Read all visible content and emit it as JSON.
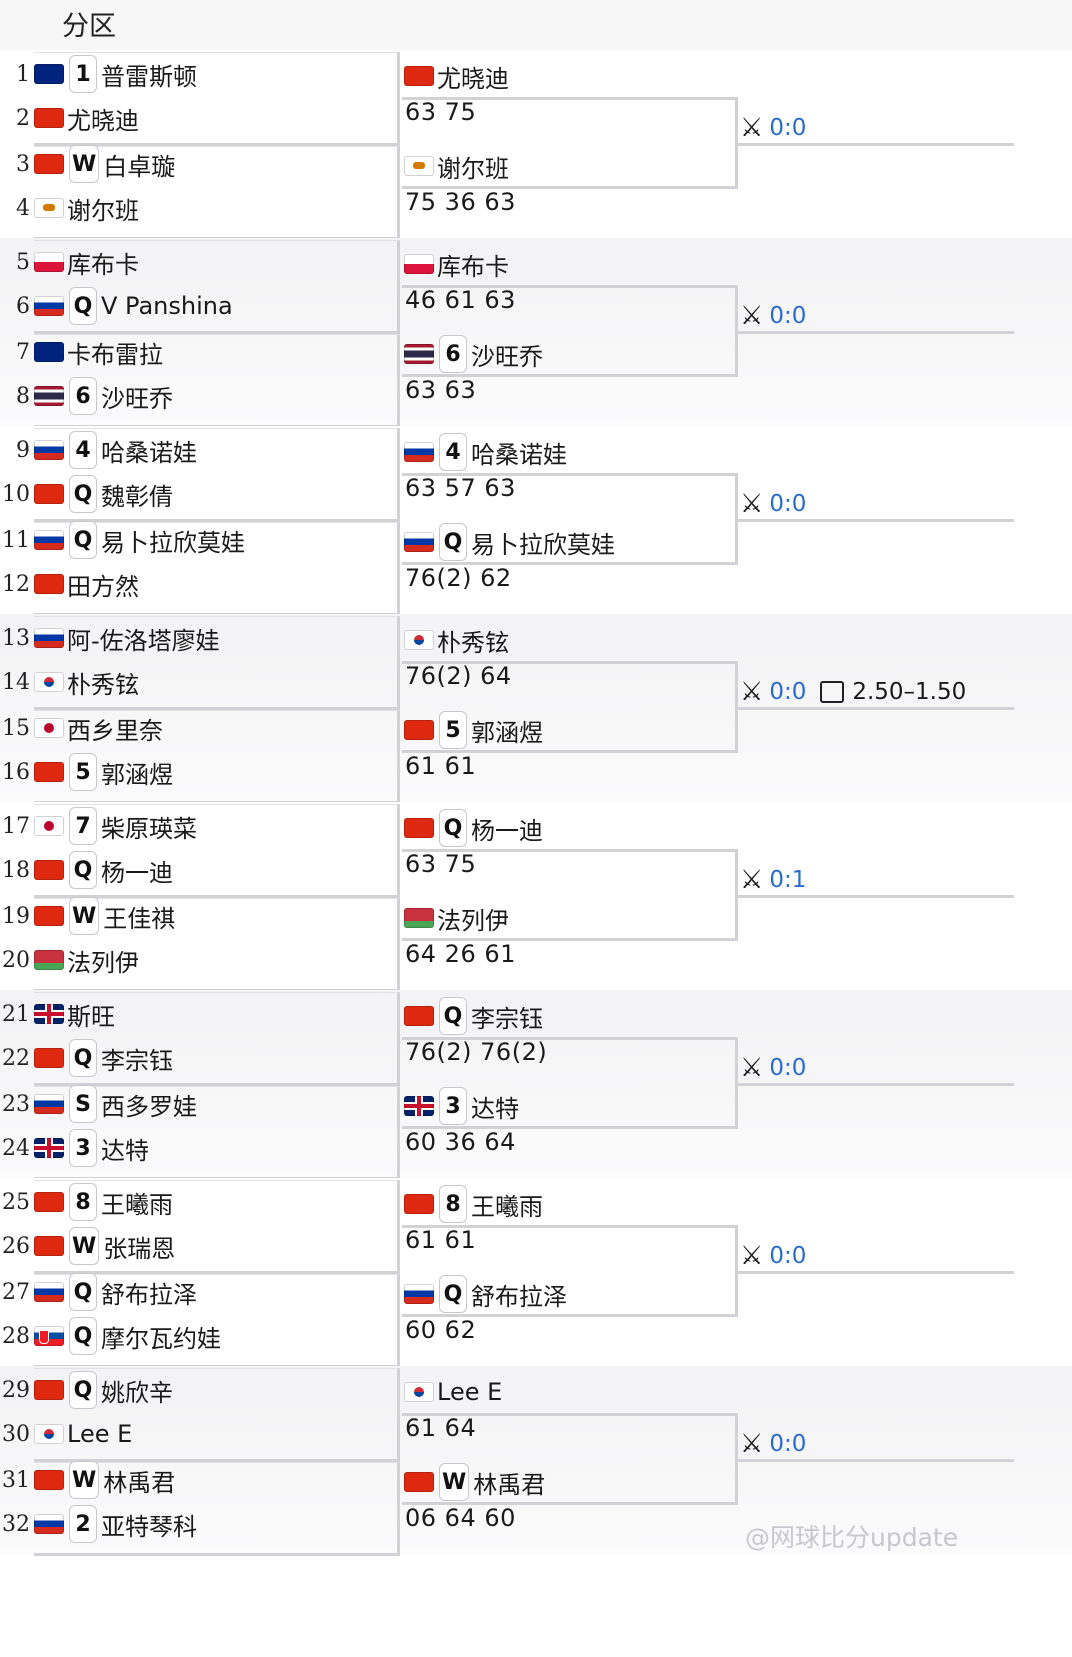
{
  "page": {
    "title": "分区"
  },
  "sections": [
    {
      "players": [
        {
          "num": "1",
          "flag": "au",
          "seed": "1",
          "name": "普雷斯顿"
        },
        {
          "num": "2",
          "flag": "cn",
          "seed": "",
          "name": "尤晓迪"
        },
        {
          "num": "3",
          "flag": "cn",
          "seed": "W",
          "name": "白卓璇"
        },
        {
          "num": "4",
          "flag": "cy",
          "seed": "",
          "name": "谢尔班"
        }
      ],
      "winners": [
        {
          "flag": "cn",
          "seed": "",
          "name": "尤晓迪",
          "score": "63 75"
        },
        {
          "flag": "cy",
          "seed": "",
          "name": "谢尔班",
          "score": "75 36 63"
        }
      ],
      "h2h": {
        "record": "0:0",
        "odds": ""
      }
    },
    {
      "players": [
        {
          "num": "5",
          "flag": "pl",
          "seed": "",
          "name": "库布卡"
        },
        {
          "num": "6",
          "flag": "ru",
          "seed": "Q",
          "name": "V Panshina"
        },
        {
          "num": "7",
          "flag": "au",
          "seed": "",
          "name": "卡布雷拉"
        },
        {
          "num": "8",
          "flag": "th",
          "seed": "6",
          "name": "沙旺乔"
        }
      ],
      "winners": [
        {
          "flag": "pl",
          "seed": "",
          "name": "库布卡",
          "score": "46 61 63"
        },
        {
          "flag": "th",
          "seed": "6",
          "name": "沙旺乔",
          "score": "63 63"
        }
      ],
      "h2h": {
        "record": "0:0",
        "odds": ""
      }
    },
    {
      "players": [
        {
          "num": "9",
          "flag": "ru",
          "seed": "4",
          "name": "哈桑诺娃"
        },
        {
          "num": "10",
          "flag": "cn",
          "seed": "Q",
          "name": "魏彰倩"
        },
        {
          "num": "11",
          "flag": "ru",
          "seed": "Q",
          "name": "易卜拉欣莫娃"
        },
        {
          "num": "12",
          "flag": "cn",
          "seed": "",
          "name": "田方然"
        }
      ],
      "winners": [
        {
          "flag": "ru",
          "seed": "4",
          "name": "哈桑诺娃",
          "score": "63 57 63"
        },
        {
          "flag": "ru",
          "seed": "Q",
          "name": "易卜拉欣莫娃",
          "score": "76(2) 62"
        }
      ],
      "h2h": {
        "record": "0:0",
        "odds": ""
      }
    },
    {
      "players": [
        {
          "num": "13",
          "flag": "ru",
          "seed": "",
          "name": "阿-佐洛塔廖娃"
        },
        {
          "num": "14",
          "flag": "kr",
          "seed": "",
          "name": "朴秀铉"
        },
        {
          "num": "15",
          "flag": "jp",
          "seed": "",
          "name": "西乡里奈"
        },
        {
          "num": "16",
          "flag": "cn",
          "seed": "5",
          "name": "郭涵煜"
        }
      ],
      "winners": [
        {
          "flag": "kr",
          "seed": "",
          "name": "朴秀铉",
          "score": "76(2) 64"
        },
        {
          "flag": "cn",
          "seed": "5",
          "name": "郭涵煜",
          "score": "61 61"
        }
      ],
      "h2h": {
        "record": "0:0",
        "odds": "2.50–1.50"
      }
    },
    {
      "players": [
        {
          "num": "17",
          "flag": "jp",
          "seed": "7",
          "name": "柴原瑛菜"
        },
        {
          "num": "18",
          "flag": "cn",
          "seed": "Q",
          "name": "杨一迪"
        },
        {
          "num": "19",
          "flag": "cn",
          "seed": "W",
          "name": "王佳祺"
        },
        {
          "num": "20",
          "flag": "by",
          "seed": "",
          "name": "法列伊"
        }
      ],
      "winners": [
        {
          "flag": "cn",
          "seed": "Q",
          "name": "杨一迪",
          "score": "63 75"
        },
        {
          "flag": "by",
          "seed": "",
          "name": "法列伊",
          "score": "64 26 61"
        }
      ],
      "h2h": {
        "record": "0:1",
        "odds": ""
      }
    },
    {
      "players": [
        {
          "num": "21",
          "flag": "gb",
          "seed": "",
          "name": "斯旺"
        },
        {
          "num": "22",
          "flag": "cn",
          "seed": "Q",
          "name": "李宗钰"
        },
        {
          "num": "23",
          "flag": "ru",
          "seed": "S",
          "name": "西多罗娃"
        },
        {
          "num": "24",
          "flag": "gb",
          "seed": "3",
          "name": "达特"
        }
      ],
      "winners": [
        {
          "flag": "cn",
          "seed": "Q",
          "name": "李宗钰",
          "score": "76(2) 76(2)"
        },
        {
          "flag": "gb",
          "seed": "3",
          "name": "达特",
          "score": "60 36 64"
        }
      ],
      "h2h": {
        "record": "0:0",
        "odds": ""
      }
    },
    {
      "players": [
        {
          "num": "25",
          "flag": "cn",
          "seed": "8",
          "name": "王曦雨"
        },
        {
          "num": "26",
          "flag": "cn",
          "seed": "W",
          "name": "张瑞恩"
        },
        {
          "num": "27",
          "flag": "ru",
          "seed": "Q",
          "name": "舒布拉泽"
        },
        {
          "num": "28",
          "flag": "sk",
          "seed": "Q",
          "name": "摩尔瓦约娃"
        }
      ],
      "winners": [
        {
          "flag": "cn",
          "seed": "8",
          "name": "王曦雨",
          "score": "61 61"
        },
        {
          "flag": "ru",
          "seed": "Q",
          "name": "舒布拉泽",
          "score": "60 62"
        }
      ],
      "h2h": {
        "record": "0:0",
        "odds": ""
      }
    },
    {
      "players": [
        {
          "num": "29",
          "flag": "cn",
          "seed": "Q",
          "name": "姚欣辛"
        },
        {
          "num": "30",
          "flag": "kr",
          "seed": "",
          "name": "Lee E"
        },
        {
          "num": "31",
          "flag": "cn",
          "seed": "W",
          "name": "林禹君"
        },
        {
          "num": "32",
          "flag": "ru",
          "seed": "2",
          "name": "亚特琴科"
        }
      ],
      "winners": [
        {
          "flag": "kr",
          "seed": "",
          "name": "Lee E",
          "score": "61 64"
        },
        {
          "flag": "cn",
          "seed": "W",
          "name": "林禹君",
          "score": "06 64 60"
        }
      ],
      "h2h": {
        "record": "0:0",
        "odds": ""
      }
    }
  ],
  "watermark": "@网球比分update",
  "icons": {
    "h2h": "crossed-swords-icon",
    "odds": "chart-trend-icon"
  },
  "colors": {
    "h2h_record": "#2a6bd0",
    "divider": "#d2d2d6"
  }
}
